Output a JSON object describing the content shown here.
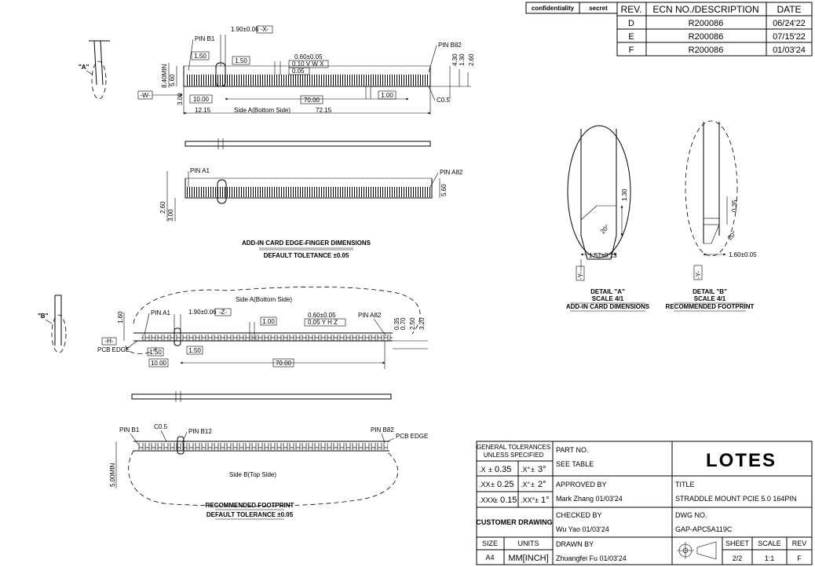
{
  "top_header": {
    "confidentiality": "confidentiality",
    "secret": "secret"
  },
  "revision_table": {
    "headers": [
      "REV.",
      "ECN NO./DESCRIPTION",
      "DATE"
    ],
    "rows": [
      {
        "rev": "D",
        "ecn": "R200086",
        "date": "06/24'22"
      },
      {
        "rev": "E",
        "ecn": "R200086",
        "date": "07/15'22"
      },
      {
        "rev": "F",
        "ecn": "R200086",
        "date": "01/03'24"
      }
    ]
  },
  "view_a": {
    "detail_tag": "\"A\"",
    "datum_tag": "-W-",
    "pin_b1": "PIN B1",
    "pin_b82": "PIN B82",
    "dim_190": "1.90±0.06",
    "dim_190_ref": "-X-",
    "dim_150a": "1.50",
    "dim_150b": "1.50",
    "dim_060": "0.60±0.05",
    "fcf_row1": "0.10  V W X",
    "fcf_row2": "0.05",
    "dim_840": "8.40MIN",
    "dim_560": "5.60",
    "dim_300": "3.00",
    "dim_430": "4.30",
    "dim_130": "1.30",
    "dim_260": "2.60",
    "dim_1000": "10.00",
    "dim_7000": "70.00",
    "dim_100": "1.00",
    "dim_c05": "C0.5",
    "dim_1215": "12.15",
    "side_label": "Side A(Bottom Side)",
    "dim_7215": "72.15"
  },
  "view_a2": {
    "pin_a1": "PIN A1",
    "pin_a82": "PIN A82",
    "dim_260": "2.60",
    "dim_300": "3.00",
    "dim_560": "5.60"
  },
  "card_note": {
    "title": "ADD-IN CARD EDGE-FINGER DIMENSIONS",
    "tolerance": "DEFAULT TOLETANCE ±0.05"
  },
  "detail_a": {
    "dim_130": "1.30",
    "angle": "20°",
    "dim_157": "1.57±0.13",
    "datum": "-Y-",
    "label": "DETAIL \"A\"",
    "scale": "SCALE 4/1",
    "desc": "ADD-IN CARD DIMENSIONS"
  },
  "detail_b": {
    "dim_035": "0.35",
    "angle": "20°",
    "dim_160": "1.60±0.05",
    "datum": "-Y-",
    "label": "DETAIL \"B\"",
    "scale": "SCALE 4/1",
    "desc": "RECOMMENDED FOOTPRINT"
  },
  "view_b": {
    "detail_tag": "\"B\"",
    "side_label": "Side A(Bottom Side)",
    "datum_tag": "-H-",
    "pcb_edge": "PCB EDGE",
    "dim_160": "1.60",
    "pin_a1": "PIN A1",
    "dim_190": "1.90±0.06",
    "dim_190_ref": "-Z-",
    "dim_100": "1.00",
    "dim_060": "0.60±0.05",
    "fcf": "0.05 Y H Z",
    "pin_a82": "PIN A82",
    "dim_035": "0.35",
    "dim_070": "0.70",
    "dim_250": "2.50",
    "dim_320": "3.20",
    "dim_150a": "1.50",
    "dim_150b": "1.50",
    "dim_1000": "10.00",
    "dim_7000": "70.00"
  },
  "view_c": {
    "pin_b1": "PIN B1",
    "dim_c05": "C0.5",
    "pin_b12": "PIN B12",
    "pin_b82": "PIN B82",
    "pcb_edge": "PCB EDGE",
    "dim_500": "5.00MIN",
    "side_label": "Side B(Top Side)",
    "note_title": "RECOMMENDED FOOTPRINT",
    "note_tol": "DEFAULT TOLERANCE ±0.05"
  },
  "title_block": {
    "gen_tol_1": "GENERAL TOLERANCES",
    "gen_tol_2": "UNLESS SPECIFIED",
    "tol_x_label": ".X",
    "tol_x": "0.35",
    "tol_xx_label": ".XX",
    "tol_xx": "0.25",
    "tol_xxx_label": ".XXX",
    "tol_xxx": "0.15",
    "tol_ang1_label": ".X°",
    "tol_ang1": "3°",
    "tol_ang2_label": ".X°",
    "tol_ang2": "2°",
    "tol_ang3_label": ".XX°",
    "tol_ang3": "1°",
    "part_no_label": "PART NO.",
    "part_no_value": "SEE TABLE",
    "approved_label": "APPROVED BY",
    "approved_value": "Mark Zhang 01/03'24",
    "checked_label": "CHECKED BY",
    "checked_value": "Wu Yao 01/03'24",
    "drawn_label": "DRAWN BY",
    "drawn_value": "Zhuangfei Fu 01/03'24",
    "customer_drawing": "CUSTOMER DRAWING",
    "size_label": "SIZE",
    "size_value": "A4",
    "units_label": "UNITS",
    "units_value": "MM[INCH]",
    "logo": "LOTES",
    "title_label": "TITLE",
    "title_value": "STRADDLE MOUNT PCIE 5.0 164PIN",
    "dwg_label": "DWG NO.",
    "dwg_value": "GAP-APC5A119C",
    "sheet_label": "SHEET",
    "sheet_value": "2/2",
    "scale_label": "SCALE",
    "scale_value": "1:1",
    "rev_label": "REV",
    "rev_value": "F"
  }
}
